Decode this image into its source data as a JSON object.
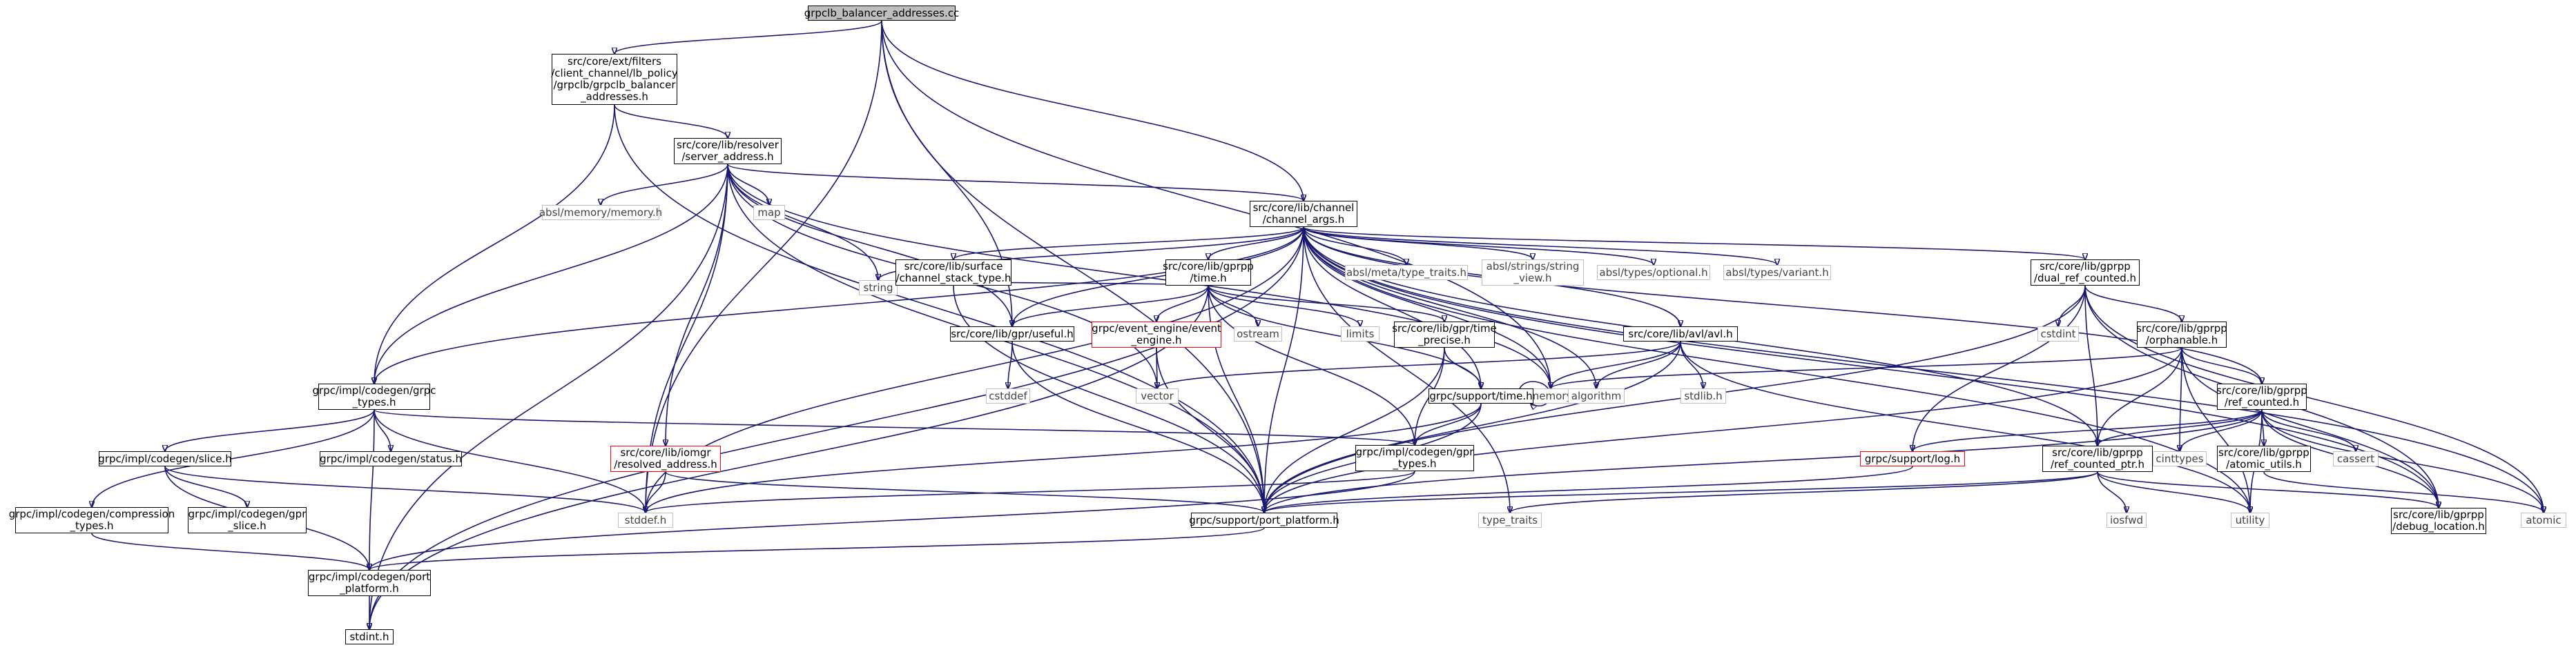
{
  "diagram": {
    "colors": {
      "edge": "#191970",
      "node_border": "#000000",
      "external_border": "#bfbfbf",
      "incomplete_border": "#ff0000",
      "root_fill": "#bfbfbf"
    },
    "nodes": {
      "root": "grpclb_balancer_addresses.cc",
      "grpclb_h": "src/core/ext/filters\n/client_channel/lb_policy\n/grpclb/grpclb_balancer\n_addresses.h",
      "server_address": "src/core/lib/resolver\n/server_address.h",
      "channel_args": "src/core/lib/channel\n/channel_args.h",
      "absl_memory": "absl/memory/memory.h",
      "map": "map",
      "memory": "memory",
      "grpc_types": "grpc/impl/codegen/grpc\n_types.h",
      "slice": "grpc/impl/codegen/slice.h",
      "status": "grpc/impl/codegen/status.h",
      "compression": "grpc/impl/codegen/compression\n_types.h",
      "gpr_slice": "grpc/impl/codegen/gpr\n_slice.h",
      "port_platform_codegen": "grpc/impl/codegen/port\n_platform.h",
      "stdint": "stdint.h",
      "stddef": "stddef.h",
      "resolved_address": "src/core/lib/iomgr\n/resolved_address.h",
      "port_platform": "grpc/support/port_platform.h",
      "string": "string",
      "channel_stack_type": "src/core/lib/surface\n/channel_stack_type.h",
      "gprpp_time": "src/core/lib/gprpp\n/time.h",
      "useful": "src/core/lib/gpr/useful.h",
      "cstddef": "cstddef",
      "vector": "vector",
      "event_engine": "grpc/event_engine/event\n_engine.h",
      "ostream": "ostream",
      "limits": "limits",
      "time_precise": "src/core/lib/gpr/time\n_precise.h",
      "support_time": "grpc/support/time.h",
      "gpr_types": "grpc/impl/codegen/gpr\n_types.h",
      "type_traits_absl": "absl/meta/type_traits.h",
      "string_view": "absl/strings/string\n_view.h",
      "optional": "absl/types/optional.h",
      "variant": "absl/types/variant.h",
      "avl": "src/core/lib/avl/avl.h",
      "algorithm": "algorithm",
      "stdlib": "stdlib.h",
      "dual_ref_counted": "src/core/lib/gprpp\n/dual_ref_counted.h",
      "cstdint": "cstdint",
      "orphanable": "src/core/lib/gprpp\n/orphanable.h",
      "ref_counted": "src/core/lib/gprpp\n/ref_counted.h",
      "log": "grpc/support/log.h",
      "ref_counted_ptr": "src/core/lib/gprpp\n/ref_counted_ptr.h",
      "cinttypes": "cinttypes",
      "cassert": "cassert",
      "atomic_utils": "src/core/lib/gprpp\n/atomic_utils.h",
      "type_traits": "type_traits",
      "iosfwd": "iosfwd",
      "utility": "utility",
      "debug_location": "src/core/lib/gprpp\n/debug_location.h",
      "atomic": "atomic"
    }
  }
}
